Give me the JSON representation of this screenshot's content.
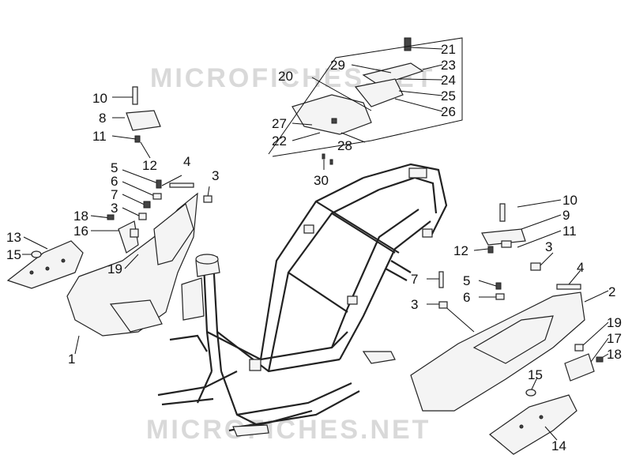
{
  "watermarks": [
    "MICROFICHES.NET",
    "MICROFICHES.NET"
  ],
  "callouts": {
    "c1": "1",
    "c2": "2",
    "c3a": "3",
    "c3b": "3",
    "c3c": "3",
    "c3d": "3",
    "c4a": "4",
    "c4b": "4",
    "c5a": "5",
    "c5b": "5",
    "c6a": "6",
    "c6b": "6",
    "c7a": "7",
    "c7b": "7",
    "c8": "8",
    "c9": "9",
    "c10a": "10",
    "c10b": "10",
    "c11a": "11",
    "c11b": "11",
    "c12a": "12",
    "c12b": "12",
    "c13": "13",
    "c14": "14",
    "c15a": "15",
    "c15b": "15",
    "c16": "16",
    "c17": "17",
    "c18a": "18",
    "c18b": "18",
    "c19a": "19",
    "c19b": "19",
    "c20": "20",
    "c21": "21",
    "c22": "22",
    "c23": "23",
    "c24": "24",
    "c25": "25",
    "c26": "26",
    "c27": "27",
    "c28": "28",
    "c29": "29",
    "c30": "30"
  }
}
